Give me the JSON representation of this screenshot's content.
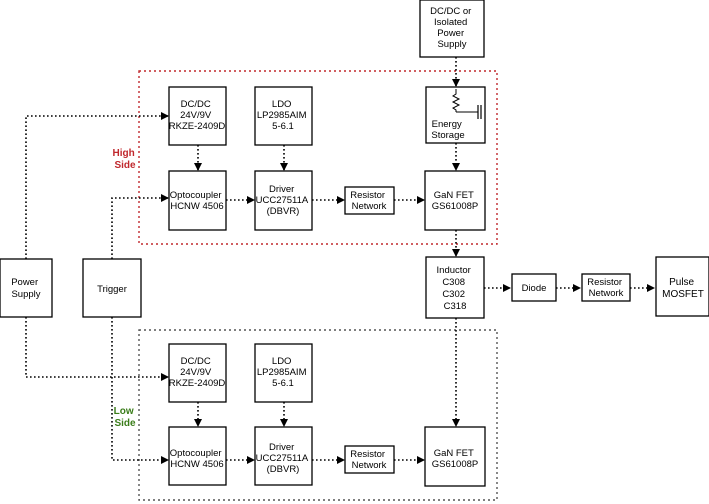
{
  "colors": {
    "high_side": "#c0282d",
    "low_side": "#3a7d1a",
    "high_region": "#c0282d",
    "low_region": "#555555",
    "energy_box_fill": "#f0f0f0"
  },
  "regions": {
    "high_side_label": [
      "High",
      "Side"
    ],
    "low_side_label": [
      "Low",
      "Side"
    ]
  },
  "blocks": {
    "isolated_supply": [
      "DC/DC or",
      "Isolated",
      "Power",
      "Supply"
    ],
    "power_supply": [
      "Power",
      "Supply"
    ],
    "trigger": [
      "Trigger"
    ],
    "hs_dcdc": [
      "DC/DC",
      "24V/9V",
      "RKZE-2409D"
    ],
    "hs_ldo": [
      "LDO",
      "LP2985AIM",
      "5-6.1"
    ],
    "energy_storage": [
      "Energy",
      "Storage"
    ],
    "hs_optocoupler": [
      "Optocoupler",
      "HCNW 4506"
    ],
    "hs_driver": [
      "Driver",
      "UCC27511A",
      "(DBVR)"
    ],
    "hs_resistor": [
      "Resistor",
      "Network"
    ],
    "hs_gan": [
      "GaN FET",
      "GS61008P"
    ],
    "inductor": [
      "Inductor",
      "C308",
      "C302",
      "C318"
    ],
    "diode": [
      "Diode"
    ],
    "out_resistor": [
      "Resistor",
      "Network"
    ],
    "pulse_mosfet": [
      "Pulse",
      "MOSFET"
    ],
    "ls_dcdc": [
      "DC/DC",
      "24V/9V",
      "RKZE-2409D"
    ],
    "ls_ldo": [
      "LDO",
      "LP2985AIM",
      "5-6.1"
    ],
    "ls_optocoupler": [
      "Optocoupler",
      "HCNW 4506"
    ],
    "ls_driver": [
      "Driver",
      "UCC27511A",
      "(DBVR)"
    ],
    "ls_resistor": [
      "Resistor",
      "Network"
    ],
    "ls_gan": [
      "GaN FET",
      "GS61008P"
    ]
  }
}
